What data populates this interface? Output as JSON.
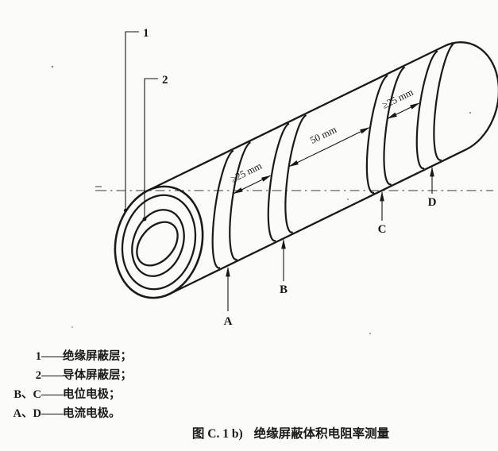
{
  "figure": {
    "callouts": {
      "one": "1",
      "two": "2"
    },
    "electrodes": {
      "a": "A",
      "b": "B",
      "c": "C",
      "d": "D"
    },
    "dimensions": {
      "left": "≥25 mm",
      "middle": "50 mm",
      "right": "≥25 mm"
    },
    "legend": [
      {
        "key": "1",
        "term": "绝缘屏蔽层；"
      },
      {
        "key": "2",
        "term": "导体屏蔽层；"
      },
      {
        "key": "B、C",
        "term": "电位电极；"
      },
      {
        "key": "A、D",
        "term": "电流电极。"
      }
    ],
    "legend_separator": "——",
    "caption": {
      "number": "图 C. 1 b)",
      "title": "绝缘屏蔽体积电阻率测量"
    },
    "colors": {
      "ink": "#1a1a1a",
      "paper": "#fbfbf8"
    }
  }
}
